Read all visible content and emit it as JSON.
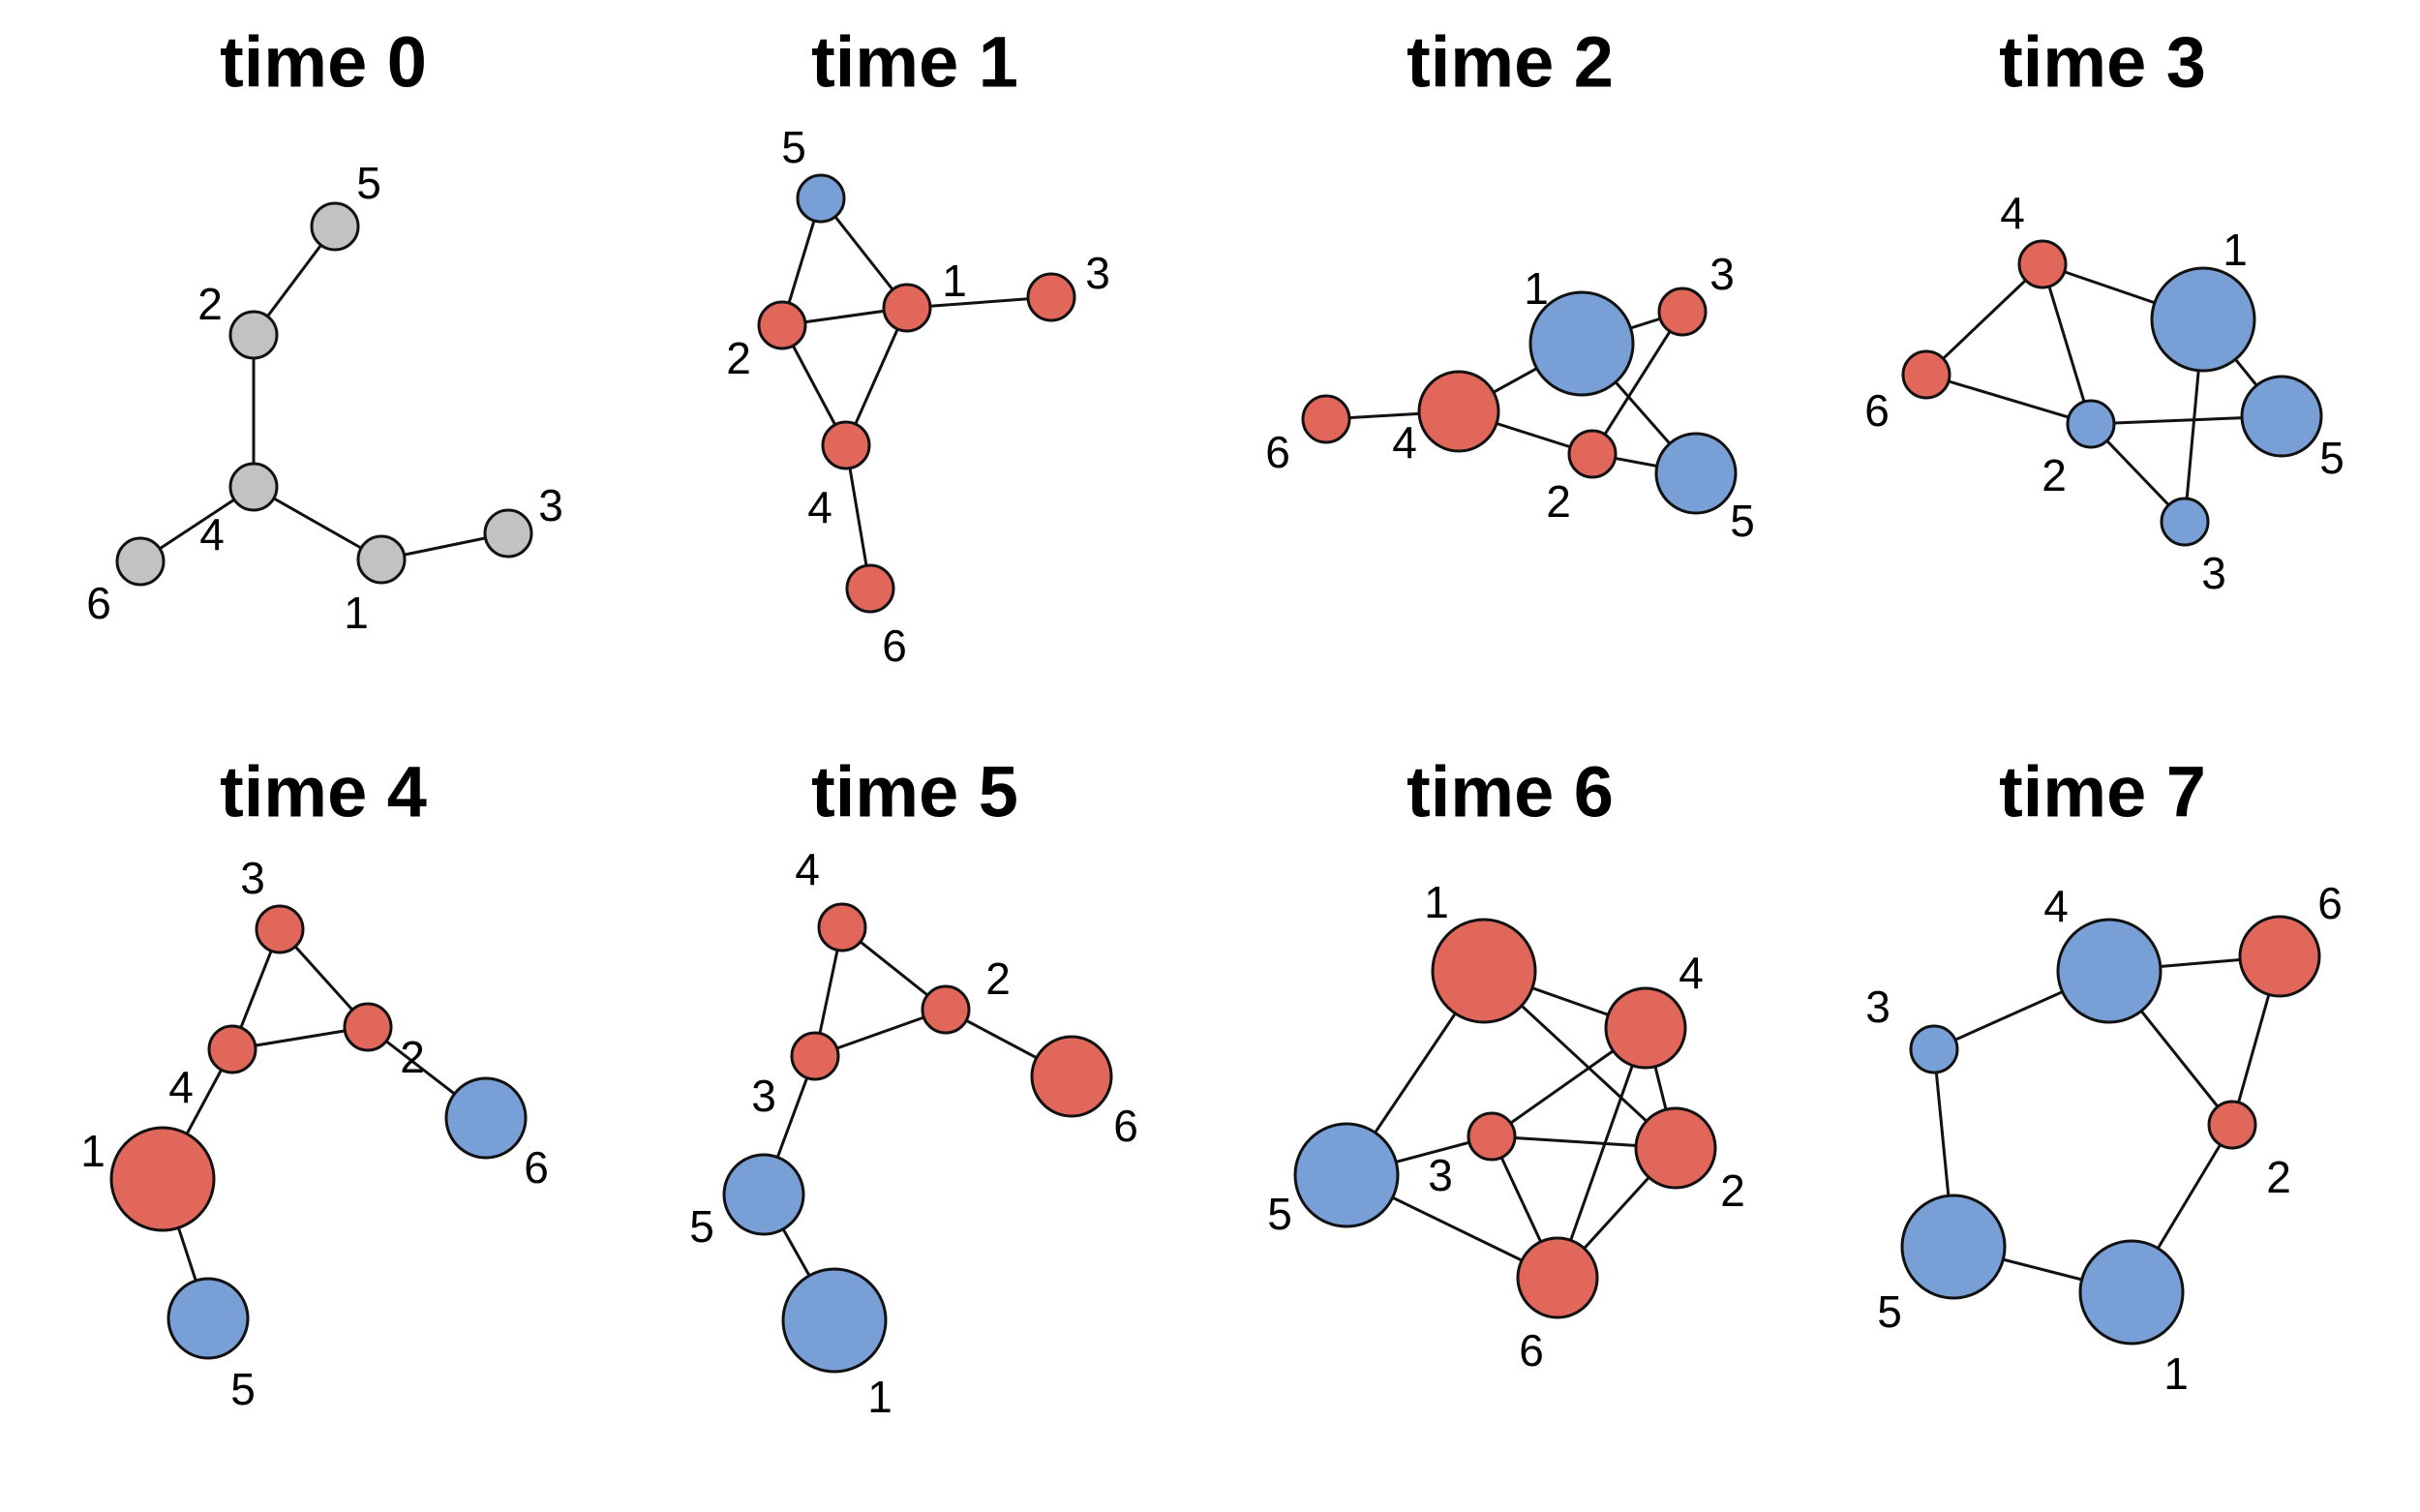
{
  "colors": {
    "gray": "#c2c2c2",
    "red": "#e0675a",
    "blue": "#789fd6"
  },
  "panels": [
    {
      "title": "time 0",
      "nodes": [
        {
          "id": "1",
          "color": "gray",
          "size": "small"
        },
        {
          "id": "2",
          "color": "gray",
          "size": "small"
        },
        {
          "id": "3",
          "color": "gray",
          "size": "small"
        },
        {
          "id": "4",
          "color": "gray",
          "size": "small"
        },
        {
          "id": "5",
          "color": "gray",
          "size": "small"
        },
        {
          "id": "6",
          "color": "gray",
          "size": "small"
        }
      ],
      "edges": [
        [
          "5",
          "2"
        ],
        [
          "2",
          "4"
        ],
        [
          "4",
          "6"
        ],
        [
          "4",
          "1"
        ],
        [
          "1",
          "3"
        ]
      ]
    },
    {
      "title": "time 1",
      "nodes": [
        {
          "id": "1",
          "color": "red",
          "size": "small"
        },
        {
          "id": "2",
          "color": "red",
          "size": "small"
        },
        {
          "id": "3",
          "color": "red",
          "size": "small"
        },
        {
          "id": "4",
          "color": "red",
          "size": "small"
        },
        {
          "id": "5",
          "color": "blue",
          "size": "small"
        },
        {
          "id": "6",
          "color": "red",
          "size": "small"
        }
      ],
      "edges": [
        [
          "5",
          "2"
        ],
        [
          "5",
          "1"
        ],
        [
          "2",
          "1"
        ],
        [
          "1",
          "3"
        ],
        [
          "2",
          "4"
        ],
        [
          "1",
          "4"
        ],
        [
          "4",
          "6"
        ]
      ]
    },
    {
      "title": "time 2",
      "nodes": [
        {
          "id": "1",
          "color": "blue",
          "size": "large"
        },
        {
          "id": "2",
          "color": "red",
          "size": "small"
        },
        {
          "id": "3",
          "color": "red",
          "size": "small"
        },
        {
          "id": "4",
          "color": "red",
          "size": "medium"
        },
        {
          "id": "5",
          "color": "blue",
          "size": "medium"
        },
        {
          "id": "6",
          "color": "red",
          "size": "small"
        }
      ],
      "edges": [
        [
          "6",
          "4"
        ],
        [
          "4",
          "1"
        ],
        [
          "1",
          "3"
        ],
        [
          "4",
          "2"
        ],
        [
          "2",
          "3"
        ],
        [
          "1",
          "5"
        ],
        [
          "2",
          "5"
        ]
      ]
    },
    {
      "title": "time 3",
      "nodes": [
        {
          "id": "1",
          "color": "blue",
          "size": "large"
        },
        {
          "id": "2",
          "color": "blue",
          "size": "small"
        },
        {
          "id": "3",
          "color": "blue",
          "size": "small"
        },
        {
          "id": "4",
          "color": "red",
          "size": "small"
        },
        {
          "id": "5",
          "color": "blue",
          "size": "medium"
        },
        {
          "id": "6",
          "color": "red",
          "size": "small"
        }
      ],
      "edges": [
        [
          "4",
          "1"
        ],
        [
          "4",
          "6"
        ],
        [
          "4",
          "2"
        ],
        [
          "6",
          "2"
        ],
        [
          "2",
          "5"
        ],
        [
          "1",
          "5"
        ],
        [
          "2",
          "3"
        ],
        [
          "1",
          "3"
        ]
      ]
    },
    {
      "title": "time 4",
      "nodes": [
        {
          "id": "1",
          "color": "red",
          "size": "large"
        },
        {
          "id": "2",
          "color": "red",
          "size": "small"
        },
        {
          "id": "3",
          "color": "red",
          "size": "small"
        },
        {
          "id": "4",
          "color": "red",
          "size": "small"
        },
        {
          "id": "5",
          "color": "blue",
          "size": "medium"
        },
        {
          "id": "6",
          "color": "blue",
          "size": "medium"
        }
      ],
      "edges": [
        [
          "3",
          "4"
        ],
        [
          "3",
          "2"
        ],
        [
          "4",
          "2"
        ],
        [
          "2",
          "6"
        ],
        [
          "4",
          "1"
        ],
        [
          "1",
          "5"
        ]
      ]
    },
    {
      "title": "time 5",
      "nodes": [
        {
          "id": "1",
          "color": "blue",
          "size": "large"
        },
        {
          "id": "2",
          "color": "red",
          "size": "small"
        },
        {
          "id": "3",
          "color": "red",
          "size": "small"
        },
        {
          "id": "4",
          "color": "red",
          "size": "small"
        },
        {
          "id": "5",
          "color": "blue",
          "size": "medium"
        },
        {
          "id": "6",
          "color": "red",
          "size": "medium"
        }
      ],
      "edges": [
        [
          "4",
          "2"
        ],
        [
          "4",
          "3"
        ],
        [
          "3",
          "2"
        ],
        [
          "2",
          "6"
        ],
        [
          "3",
          "5"
        ],
        [
          "5",
          "1"
        ]
      ]
    },
    {
      "title": "time 6",
      "nodes": [
        {
          "id": "1",
          "color": "red",
          "size": "large"
        },
        {
          "id": "2",
          "color": "red",
          "size": "medium"
        },
        {
          "id": "3",
          "color": "red",
          "size": "small"
        },
        {
          "id": "4",
          "color": "red",
          "size": "medium"
        },
        {
          "id": "5",
          "color": "blue",
          "size": "large"
        },
        {
          "id": "6",
          "color": "red",
          "size": "medium"
        }
      ],
      "edges": [
        [
          "1",
          "5"
        ],
        [
          "1",
          "4"
        ],
        [
          "1",
          "2"
        ],
        [
          "4",
          "3"
        ],
        [
          "4",
          "2"
        ],
        [
          "4",
          "6"
        ],
        [
          "3",
          "2"
        ],
        [
          "3",
          "6"
        ],
        [
          "5",
          "3"
        ],
        [
          "5",
          "6"
        ],
        [
          "6",
          "2"
        ]
      ]
    },
    {
      "title": "time 7",
      "nodes": [
        {
          "id": "1",
          "color": "blue",
          "size": "large"
        },
        {
          "id": "2",
          "color": "red",
          "size": "small"
        },
        {
          "id": "3",
          "color": "blue",
          "size": "small"
        },
        {
          "id": "4",
          "color": "blue",
          "size": "large"
        },
        {
          "id": "5",
          "color": "blue",
          "size": "large"
        },
        {
          "id": "6",
          "color": "red",
          "size": "medium"
        }
      ],
      "edges": [
        [
          "3",
          "4"
        ],
        [
          "4",
          "6"
        ],
        [
          "6",
          "2"
        ],
        [
          "4",
          "2"
        ],
        [
          "2",
          "1"
        ],
        [
          "3",
          "5"
        ],
        [
          "5",
          "1"
        ]
      ]
    }
  ]
}
